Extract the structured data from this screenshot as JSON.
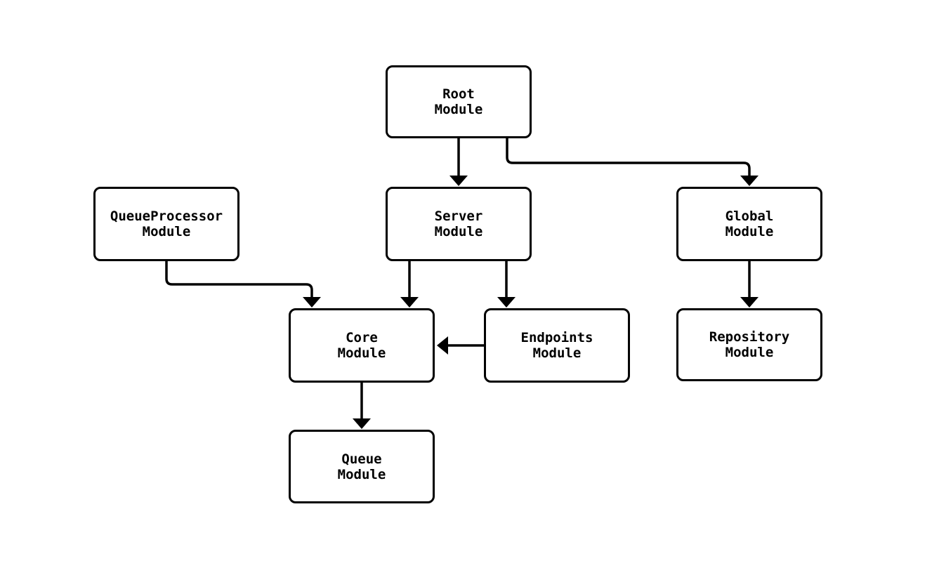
{
  "diagram": {
    "type": "flowchart",
    "direction": "top-down",
    "colors": {
      "background": "#ffffff",
      "node_fill": "#ffffff",
      "node_border": "#000000",
      "edge_stroke": "#000000",
      "text": "#000000"
    },
    "nodes": {
      "root": {
        "line1": "Root",
        "line2": "Module"
      },
      "queueprocessor": {
        "line1": "QueueProcessor",
        "line2": "Module"
      },
      "server": {
        "line1": "Server",
        "line2": "Module"
      },
      "global": {
        "line1": "Global",
        "line2": "Module"
      },
      "core": {
        "line1": "Core",
        "line2": "Module"
      },
      "endpoints": {
        "line1": "Endpoints",
        "line2": "Module"
      },
      "repository": {
        "line1": "Repository",
        "line2": "Module"
      },
      "queue": {
        "line1": "Queue",
        "line2": "Module"
      }
    },
    "edges": [
      {
        "from": "Root Module",
        "to": "Server Module"
      },
      {
        "from": "Root Module",
        "to": "Global Module"
      },
      {
        "from": "QueueProcessor Module",
        "to": "Core Module"
      },
      {
        "from": "Server Module",
        "to": "Core Module"
      },
      {
        "from": "Server Module",
        "to": "Endpoints Module"
      },
      {
        "from": "Endpoints Module",
        "to": "Core Module"
      },
      {
        "from": "Global Module",
        "to": "Repository Module"
      },
      {
        "from": "Core Module",
        "to": "Queue Module"
      }
    ]
  }
}
